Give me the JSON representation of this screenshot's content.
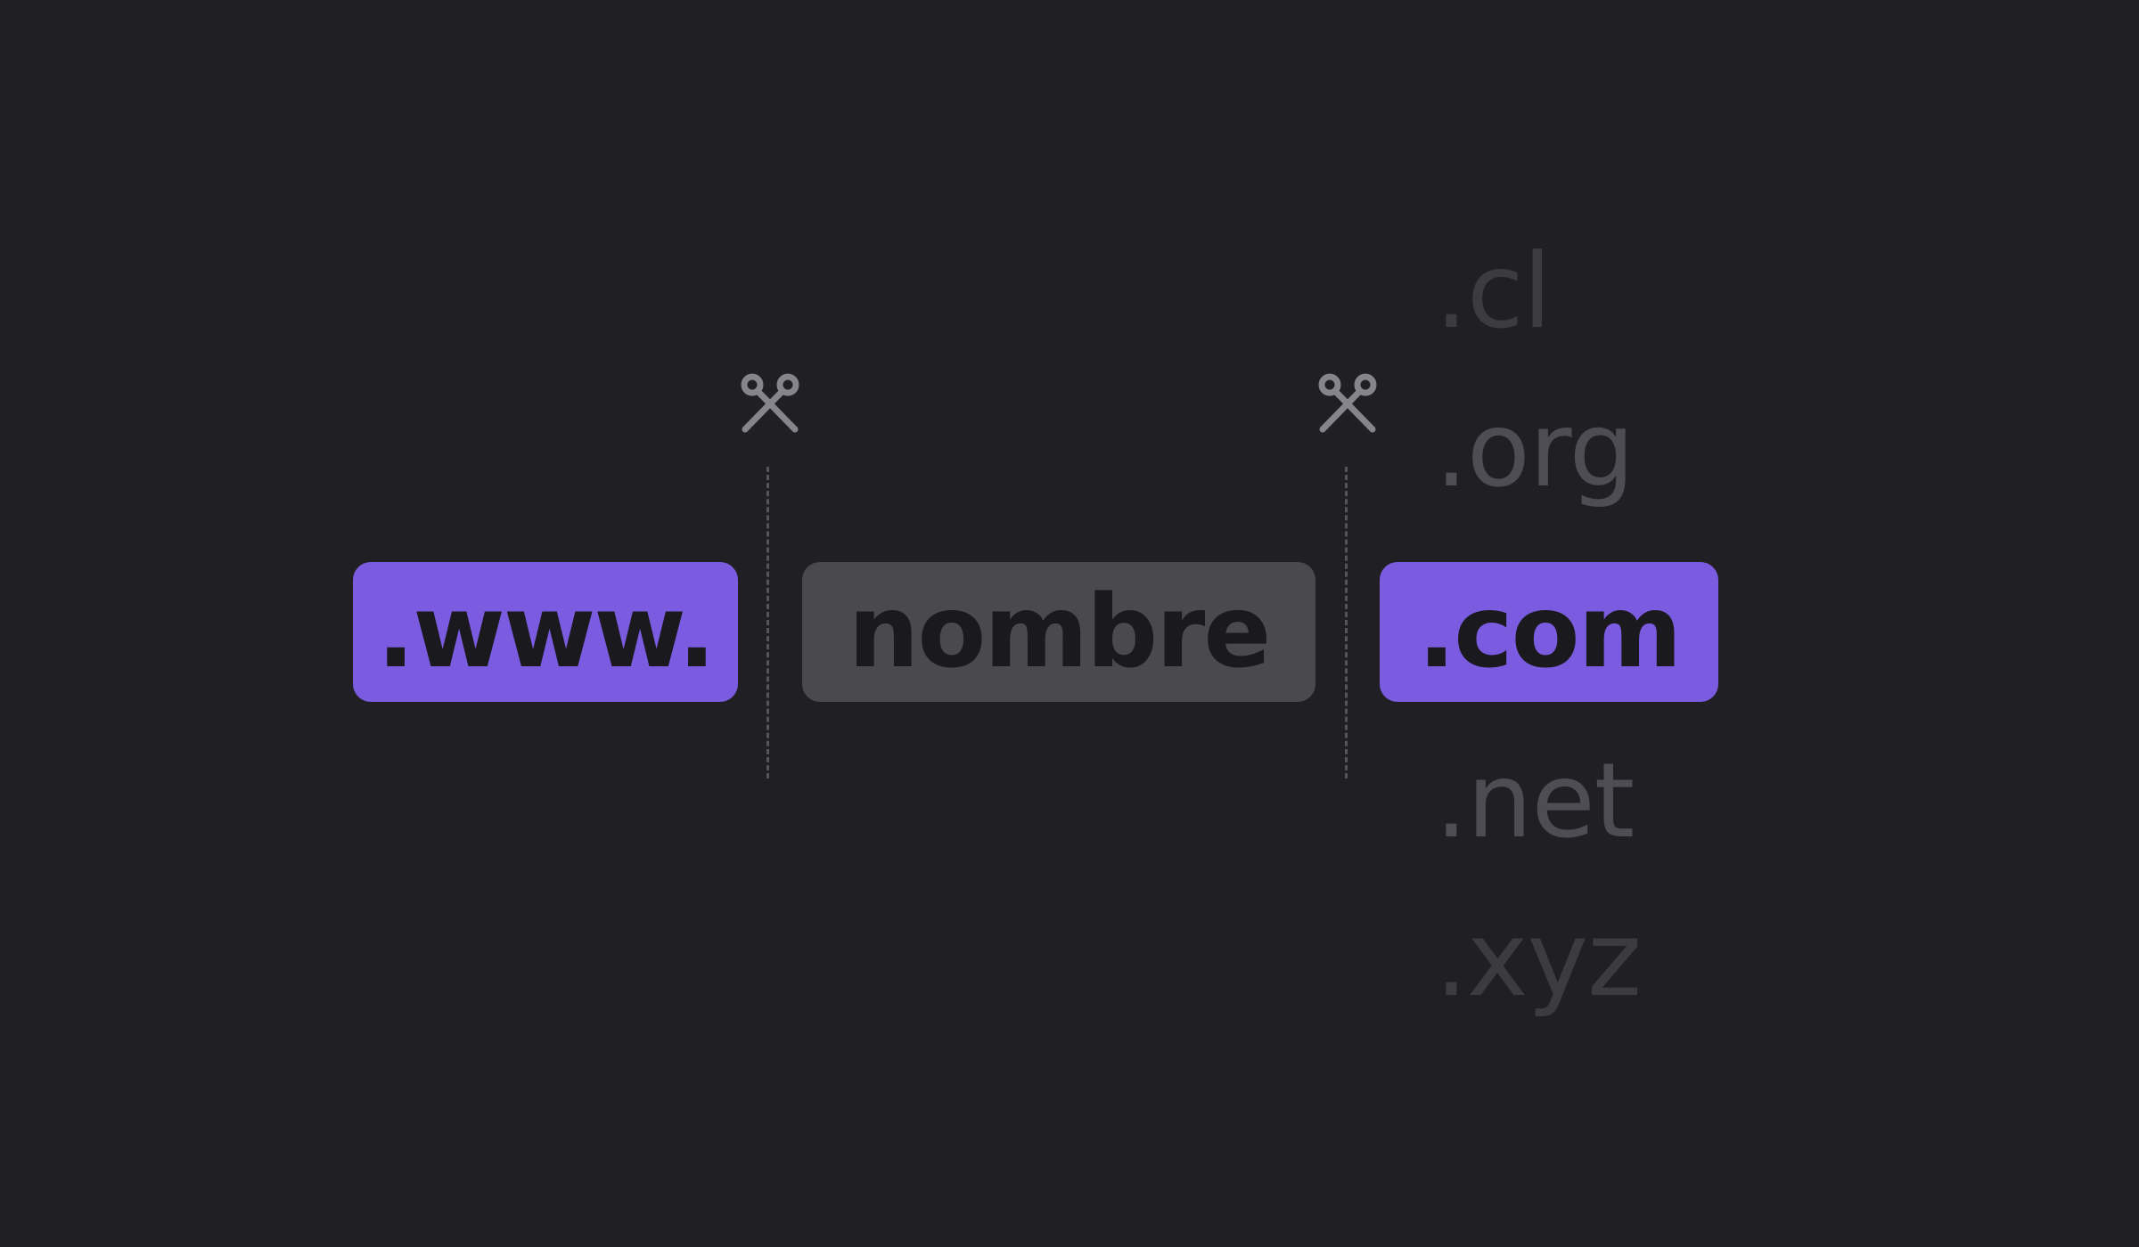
{
  "colors": {
    "background": "#202024",
    "accent_purple": "#7b5ce1",
    "name_gray": "#4a494e",
    "text_dark": "#1a1a1e",
    "alt_tld_near": "#4e4d53",
    "alt_tld_far": "#3c3b40",
    "cut_line": "#55545a",
    "scissors": "#86858b"
  },
  "segments": {
    "subdomain": ".www.",
    "name": "nombre",
    "tld": ".com"
  },
  "alternative_tlds": [
    ".cl",
    ".org",
    ".net",
    ".xyz"
  ],
  "icons": [
    "scissors-icon",
    "scissors-icon"
  ]
}
